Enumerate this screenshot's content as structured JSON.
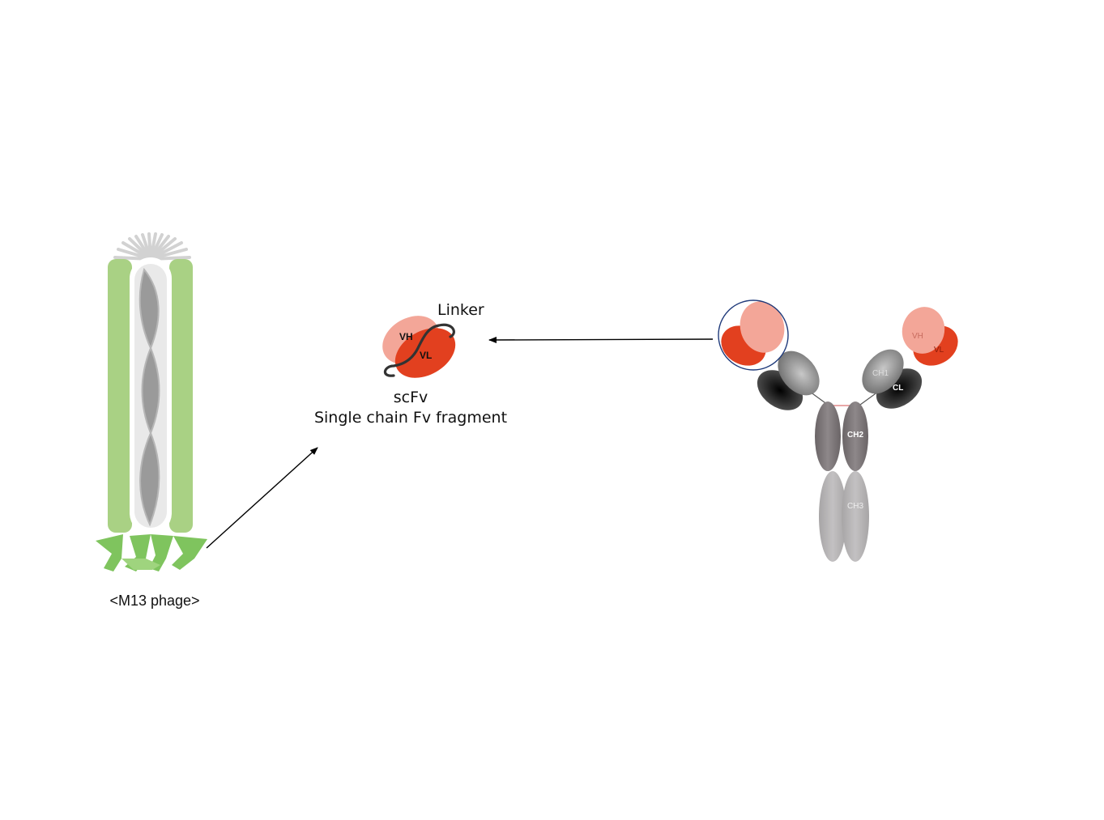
{
  "phage": {
    "caption": "<M13 phage>",
    "colors": {
      "coat": "#a9d184",
      "tail": "#7fc45e",
      "core": "#e9e9e9",
      "helix": "#9a9a9a",
      "crown": "#d2d2d2"
    }
  },
  "scfv": {
    "linker_label": "Linker",
    "vh_label": "VH",
    "vl_label": "VL",
    "title": "scFv",
    "subtitle": "Single chain Fv fragment",
    "colors": {
      "vh": "#f3a698",
      "vl": "#e2401f",
      "linker": "#333333"
    }
  },
  "antibody": {
    "domains": {
      "vh": "VH",
      "vl": "VL",
      "ch1": "CH1",
      "cl": "CL",
      "ch2": "CH2",
      "ch3": "CH3"
    },
    "colors": {
      "vh": "#f3a698",
      "vl": "#e2401f",
      "ch1": "#8c8c8c",
      "cl": "#3e3e3e",
      "ch2": "#7a7476",
      "ch3": "#b4b2b3",
      "highlight_circle": "#1f3a7a"
    }
  }
}
